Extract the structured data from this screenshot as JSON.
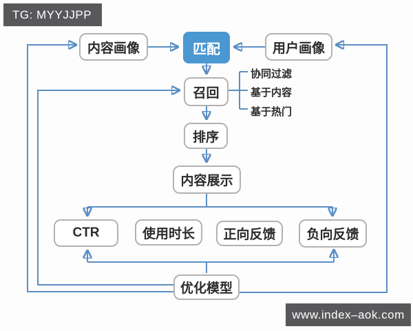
{
  "watermarks": {
    "top_left": "TG: MYYJJPP",
    "bottom_right": "www.index–aok.com"
  },
  "diagram": {
    "nodes": {
      "content_profile": "内容画像",
      "match": "匹配",
      "user_profile": "用户画像",
      "recall": "召回",
      "rank": "排序",
      "display": "内容展示",
      "ctr": "CTR",
      "usage_time": "使用时长",
      "positive_feedback": "正向反馈",
      "negative_feedback": "负向反馈",
      "optimize_model": "优化模型"
    },
    "recall_methods": [
      "协同过滤",
      "基于内容",
      "基于热门"
    ],
    "colors": {
      "line": "#5b8fc4",
      "match_fill": "#4a97d2",
      "match_text": "#ffffff",
      "node_border": "#b3b2b2",
      "node_text": "#2b2b2b",
      "banner_bg": "#58575a",
      "banner_text": "#ffffff"
    }
  }
}
